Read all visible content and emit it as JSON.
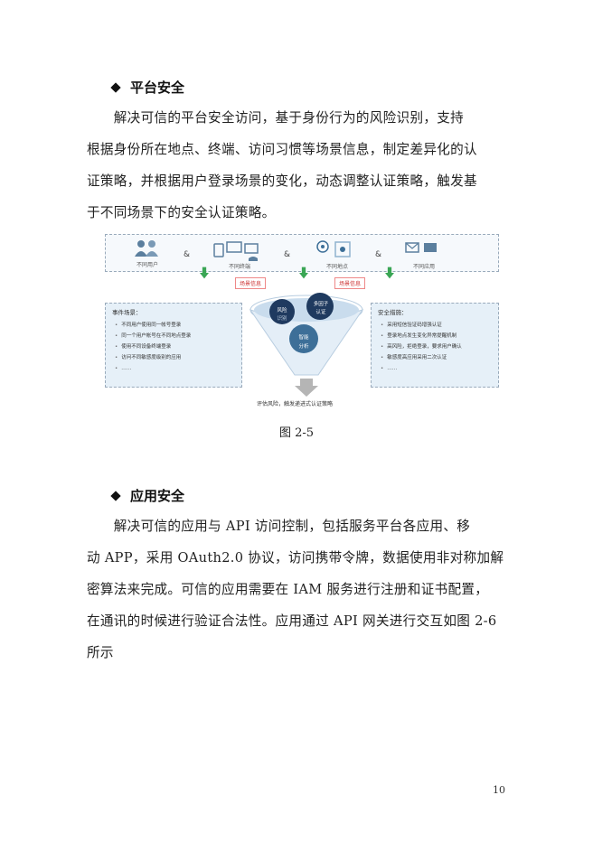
{
  "section1": {
    "heading": "平台安全",
    "lines": [
      "　　解决可信的平台安全访问，基于身份行为的风险识别，支持",
      "根据身份所在地点、终端、访问习惯等场景信息，制定差异化的认",
      "证策略，并根据用户登录场景的变化，动态调整认证策略，触发基",
      "于不同场景下的安全认证策略。"
    ]
  },
  "figure": {
    "top_items": [
      "不同用户",
      "不同终端",
      "不同地点",
      "不同应用"
    ],
    "amp": "&",
    "tag": "场景信息",
    "left_box": {
      "title": "事件场景：",
      "items": [
        "不同用户使用同一帐号登录",
        "同一个用户帐号在不同地点登录",
        "使用不同设备终端登录",
        "访问不同敏感度级别的应用",
        "……"
      ]
    },
    "right_box": {
      "title": "安全措施：",
      "items": [
        "采用短信验证码增强认证",
        "登录地点发生变化异常提醒机制",
        "高风险，拒绝登录，要求用户确认",
        "敏感度高应用采用二次认证",
        "……"
      ]
    },
    "funnel": {
      "risk": "风险",
      "identify": "识别",
      "multi": "多因子",
      "auth": "认证",
      "smart": "智能",
      "analysis": "分析"
    },
    "bottom": "评估风险，触发递进式认证策略"
  },
  "caption": "图 2-5",
  "section2": {
    "heading": "应用安全",
    "lines": [
      "　　解决可信的应用与 API 访问控制，包括服务平台各应用、移",
      "动 APP，采用 OAuth2.0 协议，访问携带令牌，数据使用非对称加解",
      "密算法来完成。可信的应用需要在 IAM 服务进行注册和证书配置，",
      "在通讯的时候进行验证合法性。应用通过 API 网关进行交互如图 2-6",
      "所示"
    ]
  },
  "page_number": "10",
  "colors": {
    "arrow": "#3aa655",
    "funnel_dark": "#1f3a5f",
    "funnel_mid": "#3d6f98",
    "funnel_light": "#8fb3cf"
  }
}
